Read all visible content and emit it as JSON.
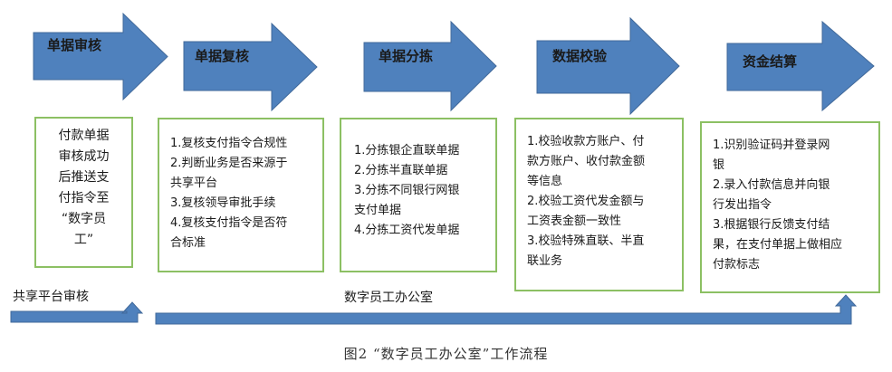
{
  "steps": [
    {
      "label": "单据审核"
    },
    {
      "label": "单据复核"
    },
    {
      "label": "单据分拣"
    },
    {
      "label": "数据校验"
    },
    {
      "label": "资金结算"
    }
  ],
  "boxes": [
    {
      "lines": [
        "付款单据",
        "审核成功",
        "后推送支",
        "付指令至",
        "“数字员",
        "工”"
      ]
    },
    {
      "lines": [
        "1.复核支付指令合规性",
        "2.判断业务是否来源于",
        "共享平台",
        "3.复核领导审批手续",
        "4.复核支付指令是否符",
        "合标准"
      ]
    },
    {
      "lines": [
        "1.分拣银企直联单据",
        "2.分拣半直联单据",
        "3.分拣不同银行网银",
        "支付单据",
        "4.分拣工资代发单据"
      ]
    },
    {
      "lines": [
        "1.校验收款方账户、付",
        "款方账户、收付款金额",
        "等信息",
        "2.校验工资代发金额与",
        "工资表金额一致性",
        "3.校验特殊直联、半直",
        "联业务"
      ]
    },
    {
      "lines": [
        "1.识别验证码并登录网",
        "银",
        "2.录入付款信息并向银",
        "行发出指令",
        "3.根据银行反馈支付结",
        "果，在支付单据上做相应",
        "付款标志"
      ]
    }
  ],
  "lanes": {
    "shared": "共享平台审核",
    "digital": "数字员工办公室"
  },
  "caption": "图2  “数字员工办公室”工作流程",
  "colors": {
    "arrow_fill": "#4f81bd",
    "arrow_stroke": "#41699a",
    "box_border": "#8cc063"
  }
}
